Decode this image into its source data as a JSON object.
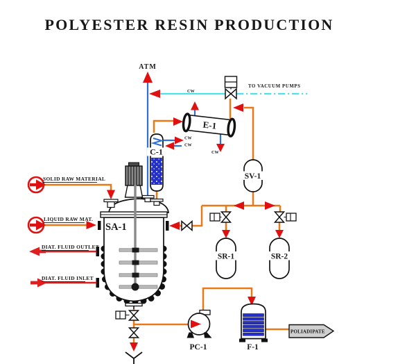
{
  "title": "POLYESTER RESIN PRODUCTION",
  "labels": {
    "atm": "ATM",
    "to_vacuum_pumps": "TO VACUUM PUMPS",
    "cw": "CW",
    "solid_raw_material": "SOLID RAW MATERIAL",
    "liquid_raw_mat": "LIQUID RAW MAT.",
    "diat_fluid_outlet": "DIAT. FLUID OUTLET",
    "diat_fluid_inlet": "DIAT. FLUID INLET",
    "product_banner": "POLIADIPATE"
  },
  "equipment": {
    "reactor": "SA-1",
    "column": "C-1",
    "condenser": "E-1",
    "vacuum_vessel": "SV-1",
    "receiver_1": "SR-1",
    "receiver_2": "SR-2",
    "pump": "PC-1",
    "filter": "F-1"
  },
  "colors": {
    "pipe_orange": "#E87818",
    "arrow_red": "#E01010",
    "diathermic_red": "#DF1F1F",
    "water_blue": "#2E6FD8",
    "vacuum_cyan": "#4BE1EA",
    "packing_blue": "#2530C8",
    "banner_gray": "#CFCFCF"
  }
}
